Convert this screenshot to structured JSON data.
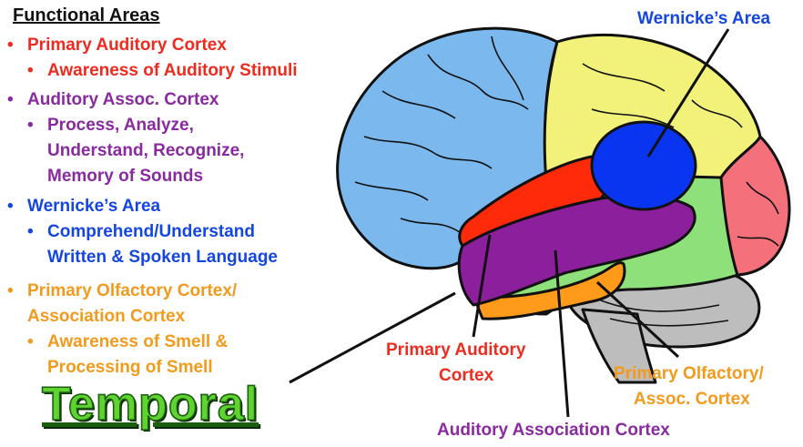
{
  "heading": "Functional Areas",
  "bullets": [
    {
      "text": "Primary Auditory Cortex",
      "level": 1,
      "color": "#ee2b1f"
    },
    {
      "text": "Awareness of Auditory Stimuli",
      "level": 2,
      "color": "#ee2b1f"
    },
    {
      "text": "Auditory Assoc. Cortex",
      "level": 1,
      "color": "#8a2aa0"
    },
    {
      "text": "Process, Analyze,",
      "level": 2,
      "color": "#8a2aa0"
    },
    {
      "text": "Understand, Recognize,",
      "level": 3,
      "color": "#8a2aa0"
    },
    {
      "text": "Memory of Sounds",
      "level": 3,
      "color": "#8a2aa0"
    },
    {
      "text": "Wernicke’s Area",
      "level": 1,
      "color": "#1446e0"
    },
    {
      "text": "Comprehend/Understand",
      "level": 2,
      "color": "#1446e0"
    },
    {
      "text": "Written & Spoken Language",
      "level": 3,
      "color": "#1446e0"
    },
    {
      "text": "Primary Olfactory Cortex/",
      "level": 1,
      "color": "#f29a1c"
    },
    {
      "text": "Association Cortex",
      "level": 4,
      "color": "#f29a1c"
    },
    {
      "text": "Awareness of Smell &",
      "level": 2,
      "color": "#f29a1c"
    },
    {
      "text": "Processing of Smell",
      "level": 3,
      "color": "#f29a1c"
    }
  ],
  "lobe_title": "Temporal",
  "labels": {
    "wernicke": "Wernicke’s Area",
    "primary_auditory_1": "Primary Auditory",
    "primary_auditory_2": "Cortex",
    "olfactory_1": "Primary Olfactory/",
    "olfactory_2": "Assoc. Cortex",
    "auditory_assoc": "Auditory Association Cortex"
  },
  "colors": {
    "frontal": "#7ab8ee",
    "parietal": "#f2f27a",
    "occipital": "#f4707a",
    "temporal_green": "#8ee07a",
    "cerebellum": "#bdbdbd",
    "primary_auditory": "#ff2a0a",
    "auditory_assoc": "#8c1f9c",
    "olfactory": "#ff9a1a",
    "wernicke": "#0a35f0"
  }
}
